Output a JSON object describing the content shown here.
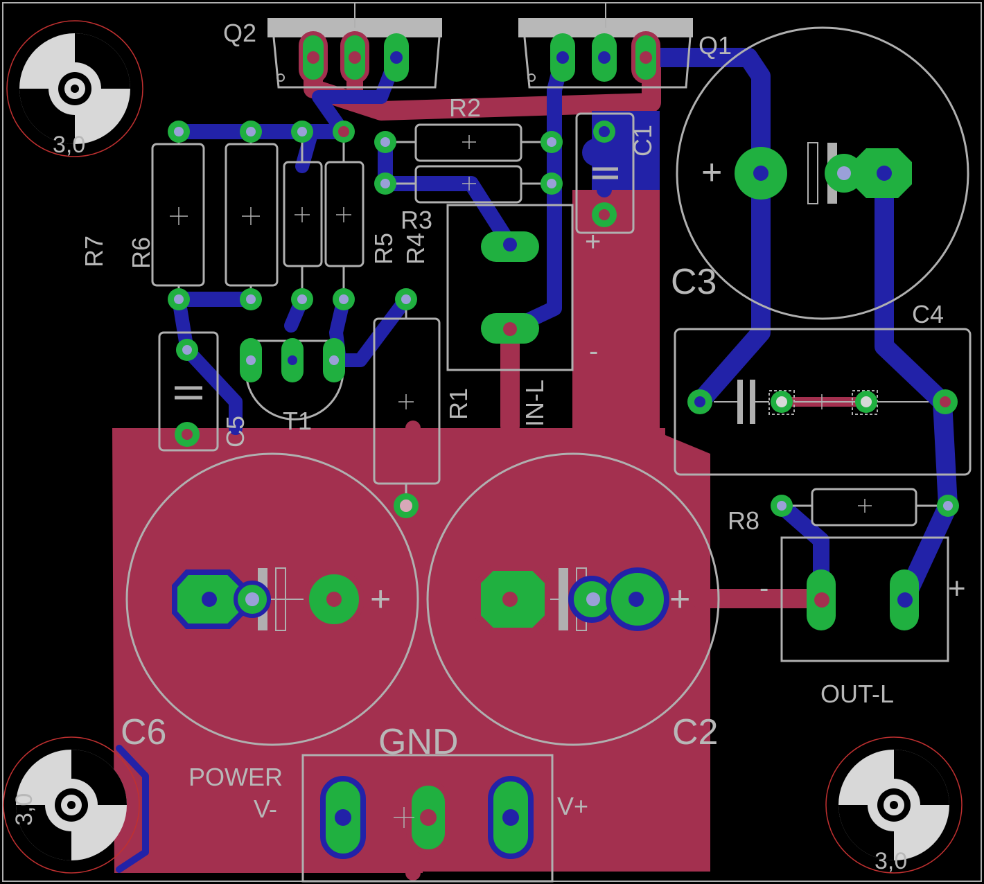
{
  "board": {
    "labels": {
      "q2": "Q2",
      "q1": "Q1",
      "r2": "R2",
      "c1": "C1",
      "c3": "C3",
      "c4": "C4",
      "r7": "R7",
      "r6": "R6",
      "r5": "R5",
      "r4": "R4",
      "r3": "R3",
      "r1": "R1",
      "in_l": "IN-L",
      "t1": "T1",
      "c5": "C5",
      "r8": "R8",
      "out_l": "OUT-L",
      "c6": "C6",
      "c2": "C2",
      "gnd": "GND",
      "power": "POWER",
      "v_minus": "V-",
      "v_plus": "V+",
      "plus": "+",
      "minus": "-",
      "hole_tl": "3,0",
      "hole_bl": "3,0",
      "hole_br": "3,0"
    },
    "colors": {
      "background": "#000000",
      "top_copper": "#a3304f",
      "bottom_copper": "#2222a8",
      "pad": "#20b040",
      "drill": "#2222a8",
      "silkscreen": "#b0b0b0"
    }
  }
}
